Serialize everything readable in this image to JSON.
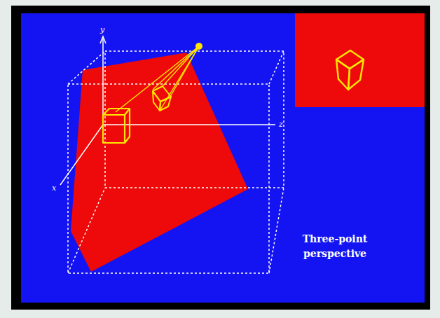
{
  "diagram": {
    "caption": "Three-point perspective",
    "labels": [
      "y",
      "z",
      "x"
    ]
  }
}
